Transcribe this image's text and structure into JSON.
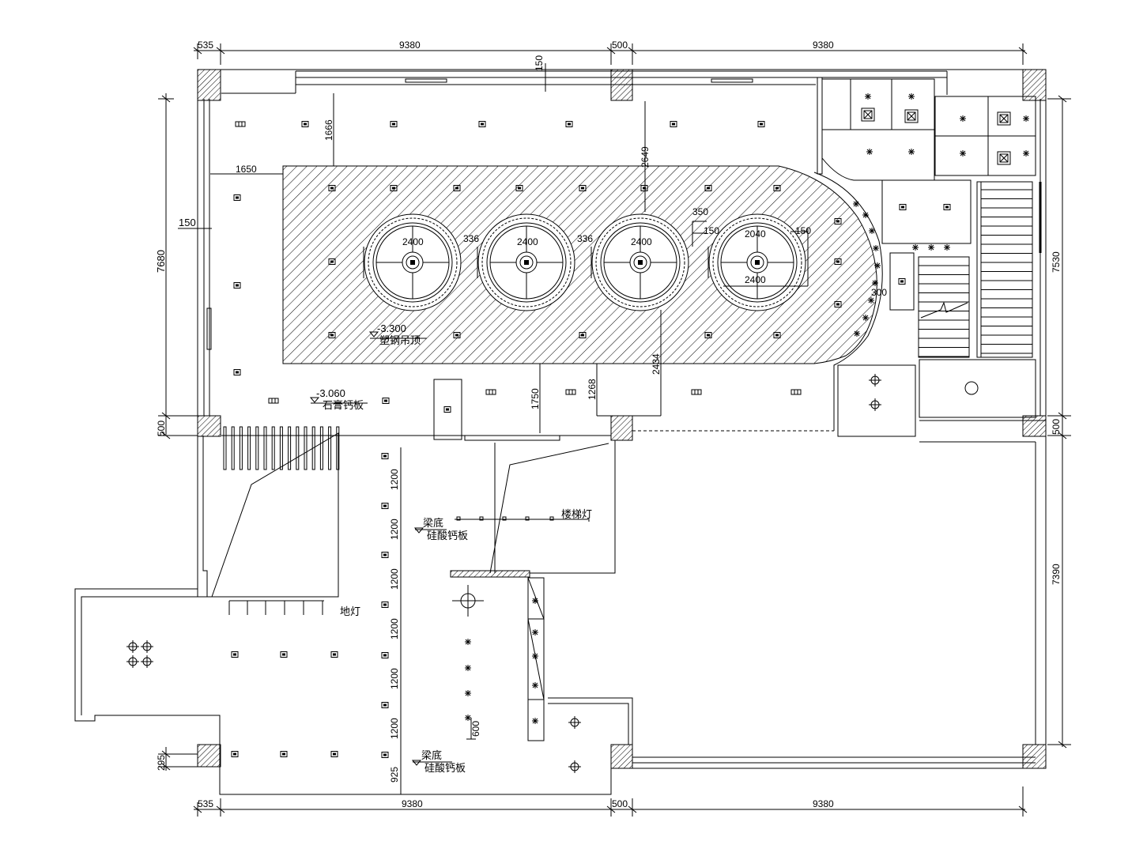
{
  "dimensions": {
    "top": [
      "535",
      "9380",
      "500",
      "9380"
    ],
    "top_150": "150",
    "bottom": [
      "535",
      "9380",
      "500",
      "9380"
    ],
    "left_7680": "7680",
    "left_150": "150",
    "left_500": "500",
    "left_295": "295",
    "right_7530": "7530",
    "right_500": "500",
    "right_7390": "7390",
    "d1666": "1666",
    "d1650": "1650",
    "d2649": "2649",
    "d350": "350",
    "d150a": "150",
    "d150b": "150",
    "d2040": "2040",
    "d2400": [
      "2400",
      "2400",
      "2400",
      "2400"
    ],
    "d336": [
      "336",
      "336"
    ],
    "d300": "300",
    "d1750": "1750",
    "d1268": "1268",
    "d2434": "2434",
    "d1200": [
      "1200",
      "1200",
      "1200",
      "1200",
      "1200",
      "1200"
    ],
    "d925": "925",
    "d600": "600"
  },
  "annotations": {
    "elev_3300": "-3.300",
    "elev_3300_mat": "塑钢吊顶",
    "elev_3060": "-3.060",
    "elev_3060_mat": "石膏钙板",
    "beam_bottom_1": "梁底",
    "beam_bottom_1_mat": "硅酸钙板",
    "beam_bottom_2": "梁底",
    "beam_bottom_2_mat": "硅酸钙板",
    "stair_light": "楼梯灯",
    "floor_light": "地灯"
  }
}
